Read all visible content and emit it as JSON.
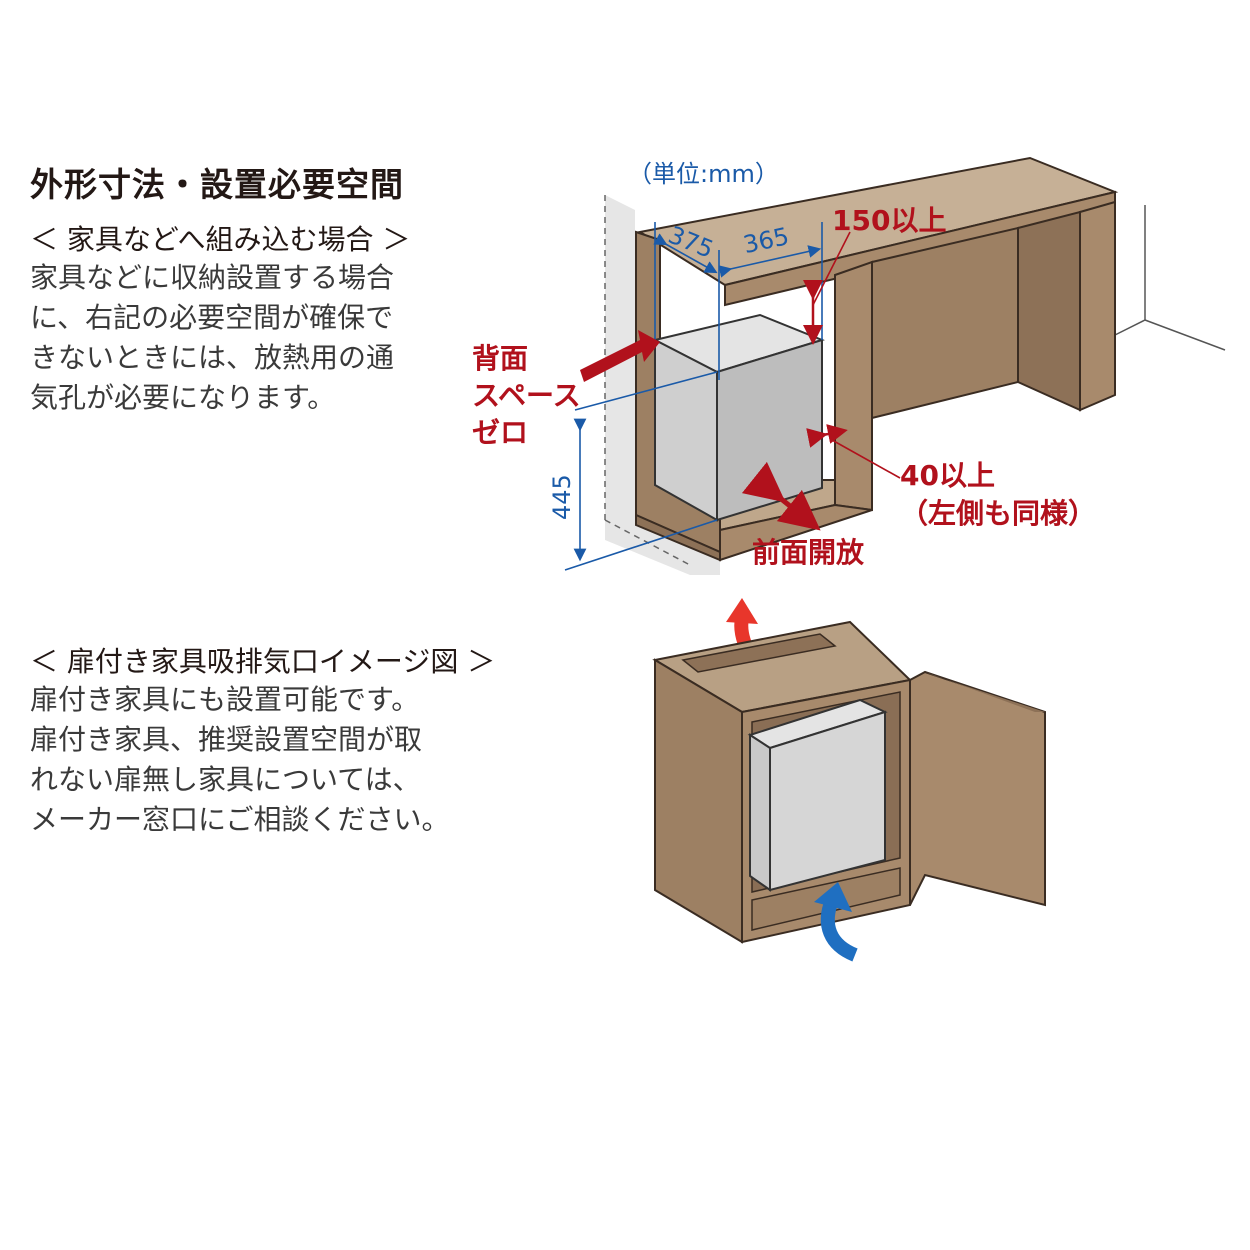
{
  "title": "外形寸法・設置必要空間",
  "section1": {
    "heading": "＜ 家具などへ組み込む場合 ＞",
    "lines": [
      "家具などに収納設置する場合",
      "に、右記の必要空間が確保で",
      "きないときには、放熱用の通",
      "気孔が必要になります。"
    ]
  },
  "section2": {
    "heading": "＜ 扉付き家具吸排気口イメージ図 ＞",
    "lines": [
      "扉付き家具にも設置可能です。",
      "扉付き家具、推奨設置空間が取",
      "れない扉無し家具については、",
      "メーカー窓口にご相談ください。"
    ]
  },
  "diagram": {
    "unit": "（単位:mm）",
    "dim_depth": "375",
    "dim_width": "365",
    "dim_height": "445",
    "top_clearance": "150以上",
    "back_space": [
      "背面",
      "スペース",
      "ゼロ"
    ],
    "side_clearance": [
      "40以上",
      "（左側も同様）"
    ],
    "front_open": "前面開放"
  },
  "colors": {
    "wood": "#a78a6d",
    "wood_light": "#c8b49b",
    "appliance": "#d9d9d9",
    "red": "#b1111c",
    "blue": "#1a5aa8",
    "exhaust_arrow": "#e8362b",
    "intake_arrow": "#1f6fc1"
  }
}
